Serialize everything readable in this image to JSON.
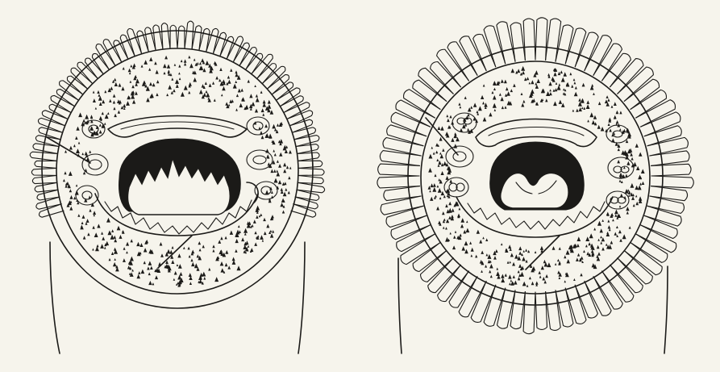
{
  "figure": {
    "panels": [
      {
        "id": "left",
        "subject": "oral-disc-left"
      },
      {
        "id": "right",
        "subject": "oral-disc-right"
      }
    ]
  },
  "colors": {
    "paper": "#f6f4ec",
    "ink": "#1c1b19"
  }
}
